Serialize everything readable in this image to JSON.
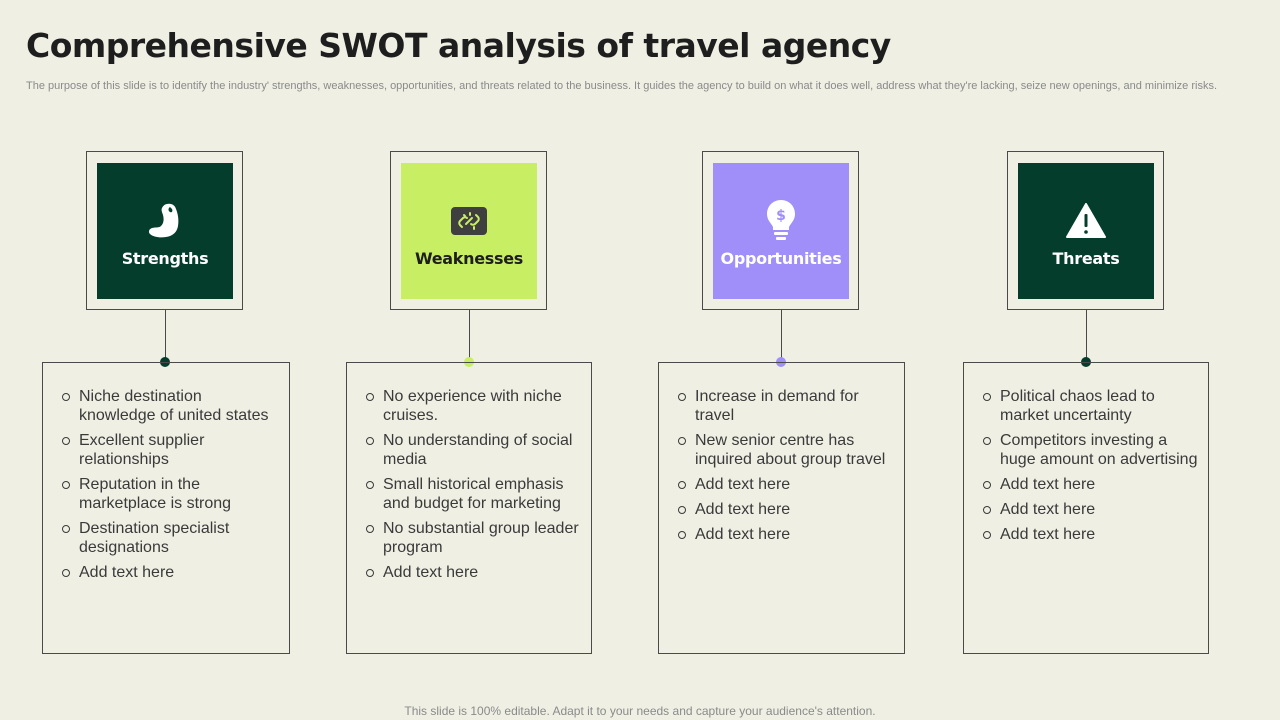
{
  "title": "Comprehensive SWOT analysis of travel agency",
  "subtitle": "The purpose of this slide is to identify the industry' strengths, weaknesses, opportunities, and threats related to the business. It guides the agency to build on what it does well, address what they're lacking, seize new openings, and minimize risks.",
  "footer": "This slide is 100% editable. Adapt it to your needs and capture your audience's attention.",
  "columns": [
    {
      "label": "Strengths",
      "icon": "flexed-bicep-icon",
      "tile_color": "#053d2c",
      "label_color": "#ffffff",
      "dot_color": "#053d2c",
      "items": [
        "Niche destination knowledge of united states",
        "Excellent supplier relationships",
        "Reputation in the marketplace is strong",
        "Destination specialist designations",
        "Add text here"
      ]
    },
    {
      "label": "Weaknesses",
      "icon": "broken-link-icon",
      "tile_color": "#c8ef64",
      "label_color": "#1e1e1e",
      "dot_color": "#c8ef64",
      "items": [
        "No experience with niche cruises.",
        "No understanding of social media",
        "Small historical emphasis and budget for marketing",
        "No substantial group leader program",
        "Add text here"
      ]
    },
    {
      "label": "Opportunities",
      "icon": "lightbulb-dollar-icon",
      "tile_color": "#a08ff8",
      "label_color": "#ffffff",
      "dot_color": "#a08ff8",
      "items": [
        "Increase in demand for travel",
        "New senior centre has inquired about group travel",
        "Add text here",
        "Add text here",
        "Add text here"
      ]
    },
    {
      "label": "Threats",
      "icon": "warning-triangle-icon",
      "tile_color": "#053d2c",
      "label_color": "#ffffff",
      "dot_color": "#053d2c",
      "items": [
        "Political chaos lead to market uncertainty",
        "Competitors investing a huge amount on advertising",
        "Add text here",
        "Add text here",
        "Add text here"
      ]
    }
  ]
}
